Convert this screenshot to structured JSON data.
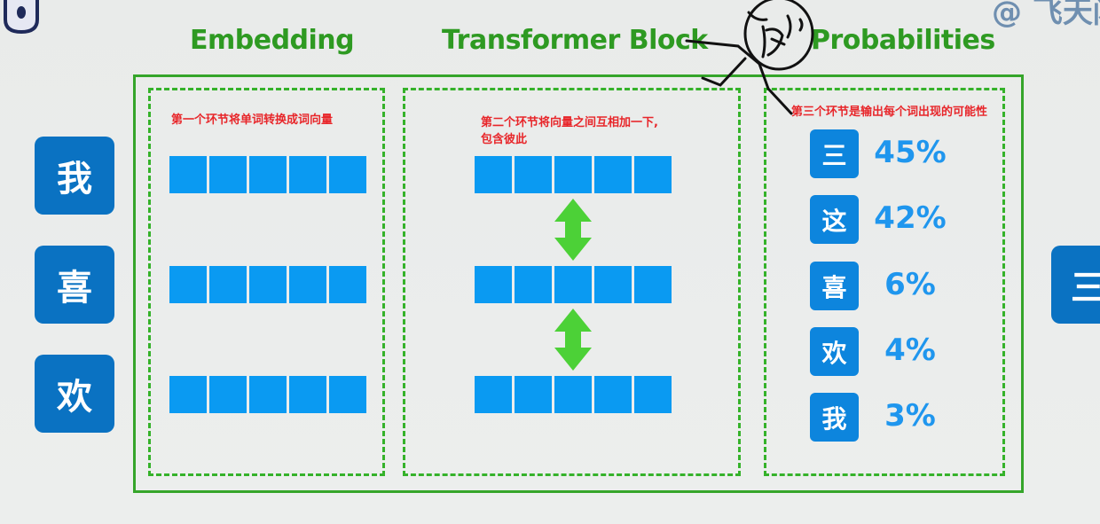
{
  "headings": {
    "embedding": "Embedding",
    "transformer": "Transformer Block",
    "probabilities": "Probabilities"
  },
  "watermark": "@ 飞天闪",
  "notes": {
    "embedding": "第一个环节将单词转换成词向量",
    "transformer_line1": "第二个环节将向量之间互相加一下,",
    "transformer_line2": "包含彼此",
    "probabilities": "第三个环节是输出每个词出现的可能性"
  },
  "input_tokens": [
    "我",
    "喜",
    "欢"
  ],
  "probabilities": [
    {
      "token": "三",
      "value": "45%"
    },
    {
      "token": "这",
      "value": "42%"
    },
    {
      "token": "喜",
      "value": "6%"
    },
    {
      "token": "欢",
      "value": "4%"
    },
    {
      "token": "我",
      "value": "3%"
    }
  ],
  "output_token": "三",
  "colors": {
    "green": "#35a52a",
    "vector_blue": "#0a9af2",
    "token_blue": "#0a72c2",
    "arrow_green": "#4cd137",
    "note_red": "#e8262a"
  }
}
